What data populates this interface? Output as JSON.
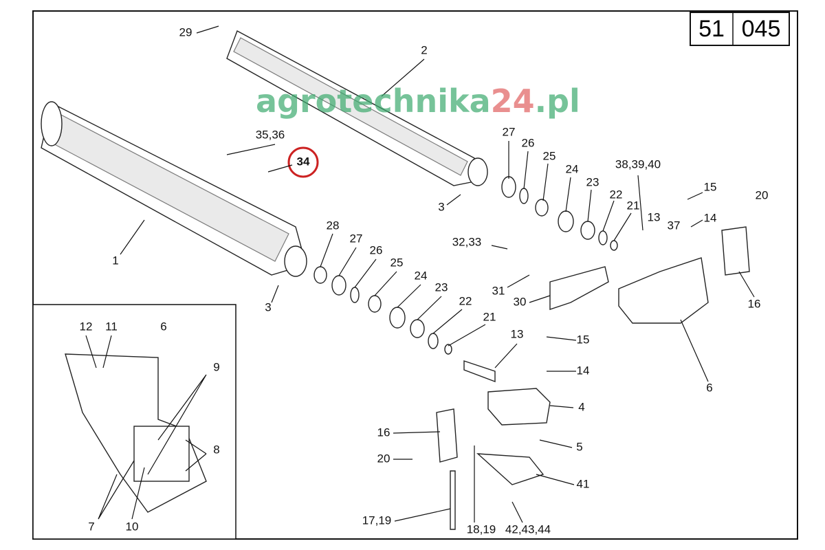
{
  "page_number": {
    "left": "51",
    "right": "045"
  },
  "watermark": {
    "main": "agrotechnika",
    "num": "24",
    "suffix": ".pl",
    "main_color": "#3daa6e",
    "num_color": "#e06060"
  },
  "highlight_color": "#cc2222",
  "labels": {
    "l29": "29",
    "l2": "2",
    "l1": "1",
    "l3536": "35,36",
    "l34": "34",
    "l3a": "3",
    "l3b": "3",
    "l27a": "27",
    "l26a": "26",
    "l25a": "25",
    "l24a": "24",
    "l23a": "23",
    "l22a": "22",
    "l21a": "21",
    "l383940": "38,39,40",
    "l13a": "13",
    "l37": "37",
    "l15a": "15",
    "l14a": "14",
    "l20a": "20",
    "l16a": "16",
    "l6": "6",
    "l28": "28",
    "l27b": "27",
    "l26b": "26",
    "l25b": "25",
    "l24b": "24",
    "l23b": "23",
    "l22b": "22",
    "l21b": "21",
    "l3233": "32,33",
    "l31": "31",
    "l30": "30",
    "l13b": "13",
    "l15b": "15",
    "l14b": "14",
    "l4": "4",
    "l5": "5",
    "l41": "41",
    "l16b": "16",
    "l20b": "20",
    "l1719": "17,19",
    "l1819": "18,19",
    "l424344": "42,43,44",
    "i12": "12",
    "i11": "11",
    "i6": "6",
    "i9": "9",
    "i8": "8",
    "i7": "7",
    "i10": "10"
  }
}
